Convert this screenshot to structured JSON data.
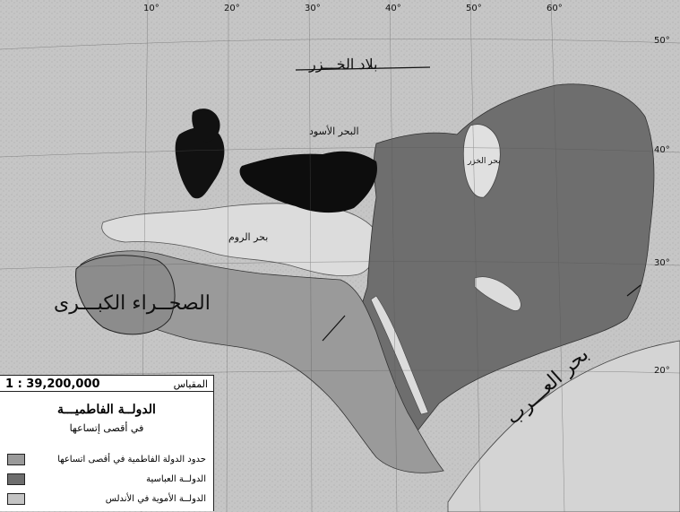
{
  "map": {
    "legend": {
      "title": "الدولــة الفاطميـــة",
      "subtitle": "في أقصى إتساعها",
      "items": [
        {
          "label": "حدود الدولة الفاطمية في أقصى اتساعها",
          "color": "#9a9a9a"
        },
        {
          "label": "الدولــة العباسية",
          "color": "#6e6e6e"
        },
        {
          "label": "الدولــة الأموية في الأندلس",
          "color": "#c4c4c4"
        }
      ]
    },
    "scale": {
      "label": "المقياس",
      "value": "1 : 39,200,000"
    },
    "labels": {
      "khazar_country": "بلاد الخـــزر",
      "great_sahara": "الصحــراء الكبـــرى",
      "arabian_sea": "بحر العـــرب",
      "roman_sea": "بحر الروم",
      "caspian": "بحر الخزر",
      "black_sea": "البحر الأسود"
    },
    "grid": {
      "longitudes": [
        "10°",
        "20°",
        "30°",
        "40°",
        "50°",
        "60°"
      ],
      "latitudes": [
        "50°",
        "40°",
        "30°",
        "20°"
      ]
    },
    "colors": {
      "land": "#c9c9c9",
      "fatimid": "#9a9a9a",
      "abbasid": "#6e6e6e",
      "byzantine": "#0d0d0d",
      "sea": "#e2e2e2"
    }
  }
}
